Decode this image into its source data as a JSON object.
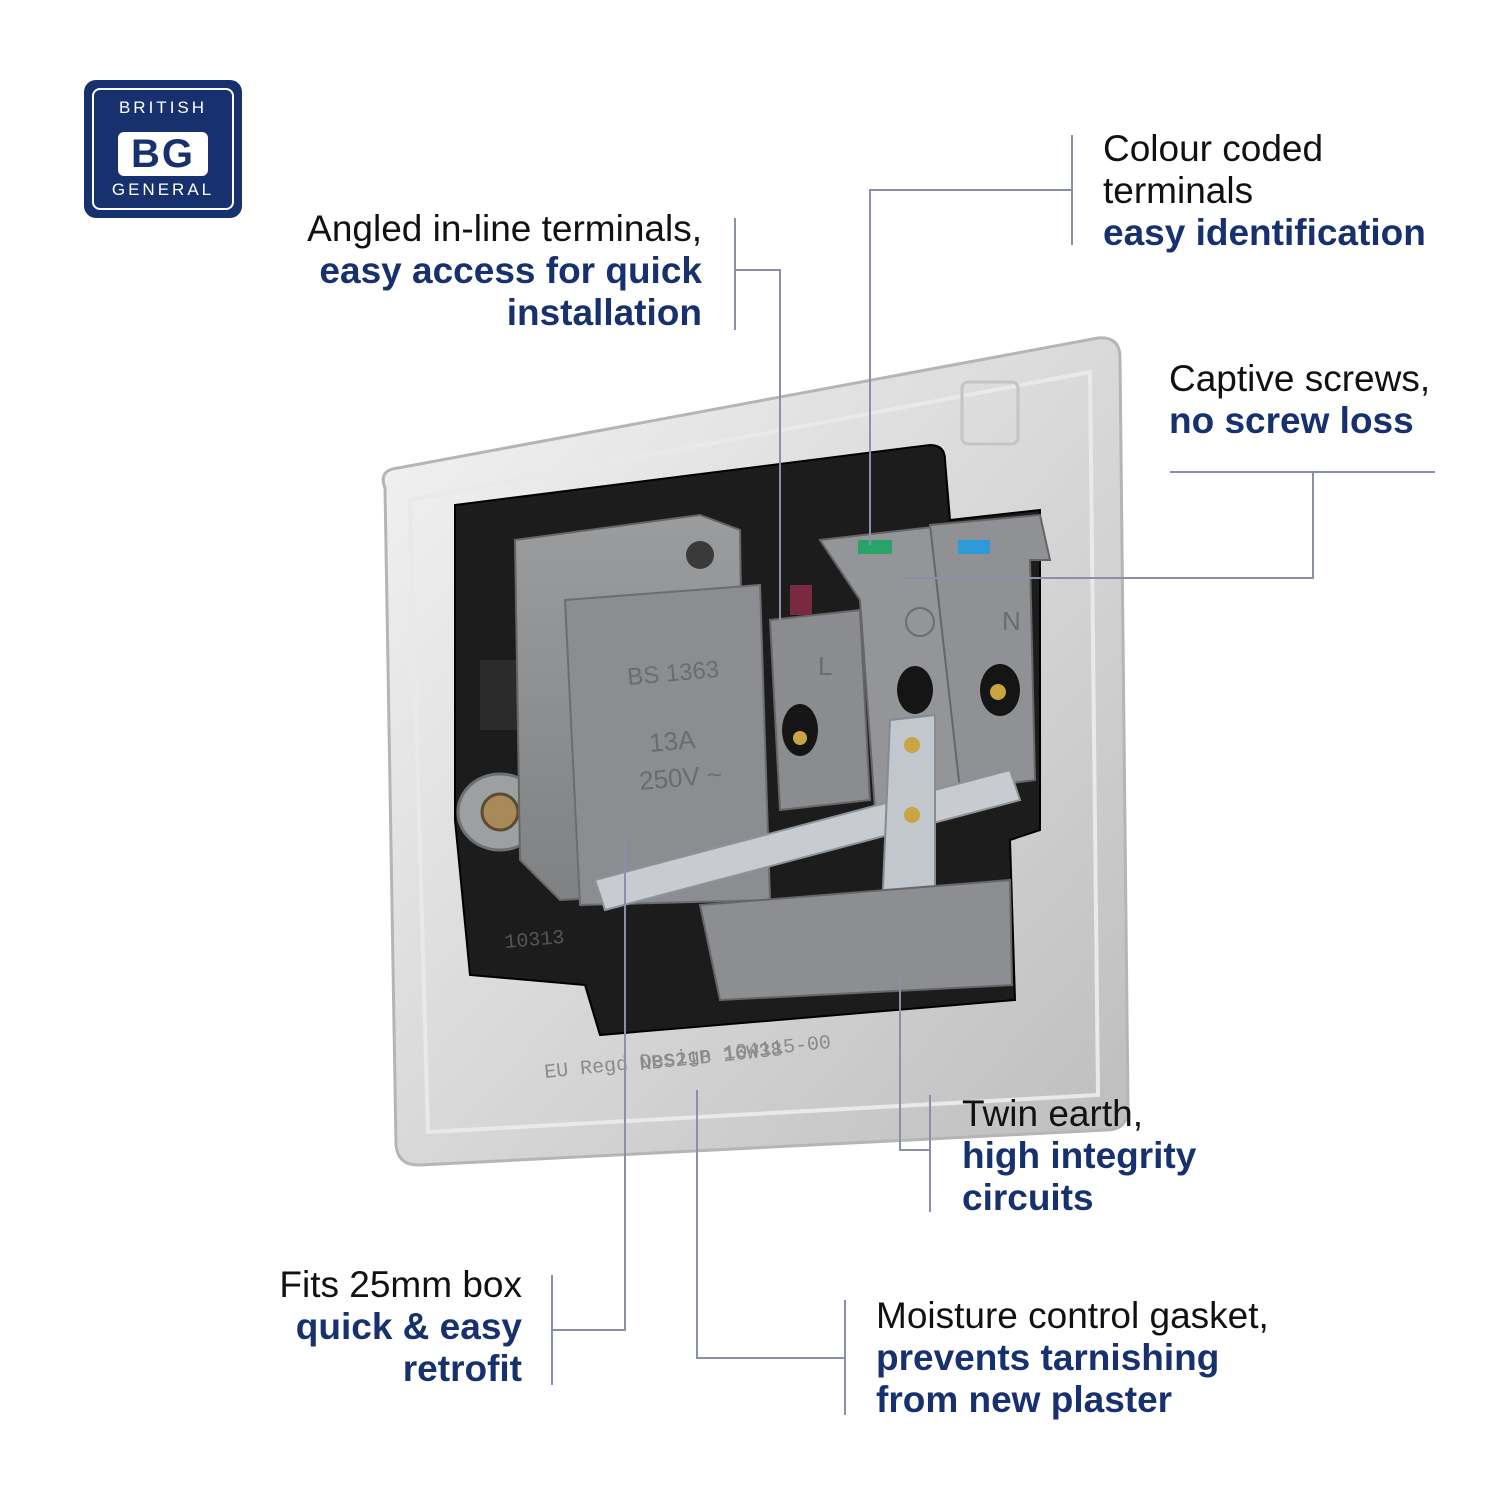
{
  "brand": {
    "top": "BRITISH",
    "mark": "BG",
    "bottom": "GENERAL"
  },
  "callouts": {
    "angled": {
      "line1": "Angled in-line terminals,",
      "line2": "easy access for quick",
      "line3": "installation"
    },
    "colour": {
      "line1": "Colour coded",
      "line2": "terminals",
      "line3": "easy identification"
    },
    "captive": {
      "line1": "Captive screws,",
      "line2": "no screw loss"
    },
    "earth": {
      "line1": "Twin earth,",
      "line2": "high integrity",
      "line3": "circuits"
    },
    "box": {
      "line1": "Fits 25mm box",
      "line2": "quick & easy",
      "line3": "retrofit"
    },
    "gasket": {
      "line1": "Moisture control gasket,",
      "line2": "prevents tarnishing",
      "line3": "from new plaster"
    }
  },
  "product_markings": {
    "standard": "BS 1363",
    "current": "13A",
    "voltage": "250V ~",
    "live": "L",
    "neutral": "N",
    "code": "10313",
    "design": "EU Regd Design 104115-00",
    "model": "NBS21B 16W38"
  },
  "colors": {
    "brand_navy": "#17316e",
    "leader_line": "#8a90a8",
    "housing_grey": "#8e9092"
  }
}
